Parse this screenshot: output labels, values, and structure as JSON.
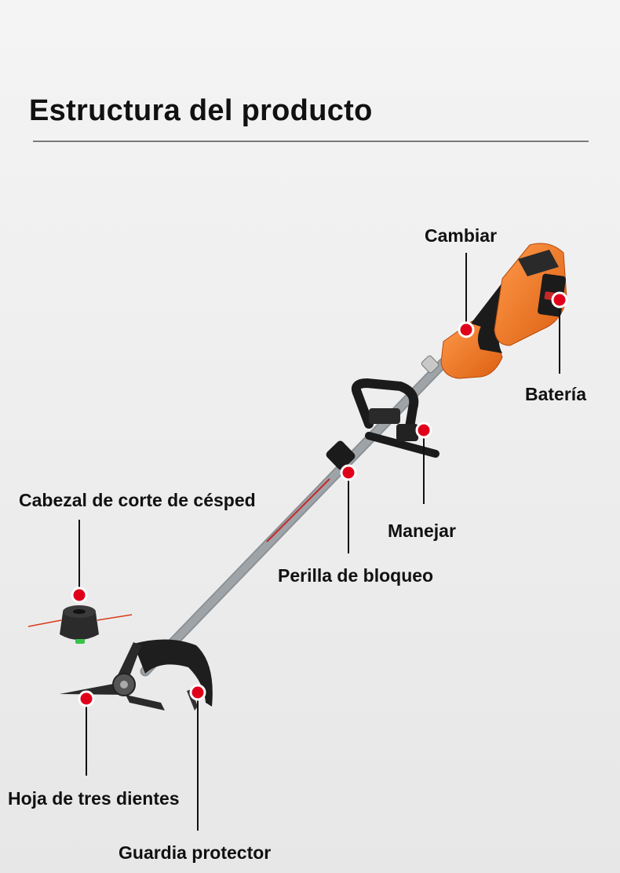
{
  "header": {
    "title": "Estructura del producto"
  },
  "labels": {
    "cambiar": "Cambiar",
    "bateria": "Batería",
    "manejar": "Manejar",
    "perilla": "Perilla de bloqueo",
    "cabezal": "Cabezal de corte de césped",
    "hoja": "Hoja de tres dientes",
    "guardia": "Guardia protector"
  },
  "colors": {
    "marker": "#e0001a",
    "body_orange": "#f07a28",
    "shaft": "#b9bcc0",
    "black_parts": "#1b1b1b"
  }
}
